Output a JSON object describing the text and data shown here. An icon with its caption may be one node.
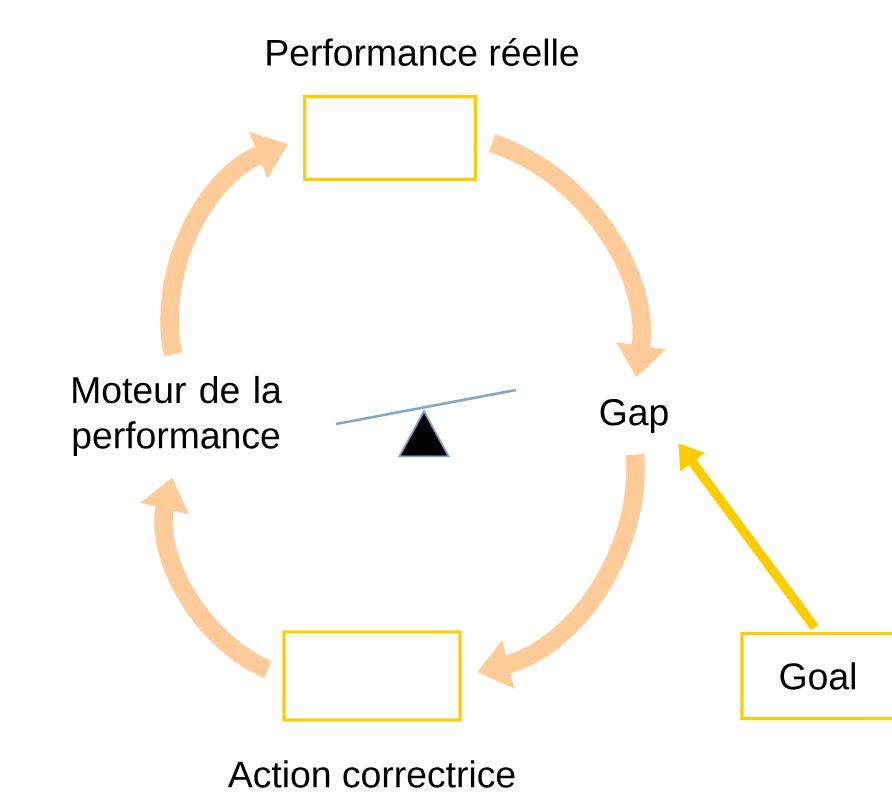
{
  "diagram": {
    "nodes": [
      {
        "text": [
          "Performance réelle"
        ]
      },
      {
        "text": [
          "Gap"
        ]
      },
      {
        "text": [
          "Action correctrice"
        ]
      },
      {
        "text": [
          "Moteur de la performance"
        ]
      },
      {
        "text": [
          "Goal"
        ]
      }
    ],
    "edges": [
      {
        "from": 0,
        "to": 1,
        "arrow": "to"
      },
      {
        "from": 1,
        "to": 2,
        "arrow": "to"
      },
      {
        "from": 2,
        "to": 3,
        "arrow": "to"
      },
      {
        "from": 3,
        "to": 0,
        "arrow": "to"
      },
      {
        "from": 4,
        "to": 1,
        "arrow": "to",
        "color": "#ffcc00"
      }
    ]
  }
}
